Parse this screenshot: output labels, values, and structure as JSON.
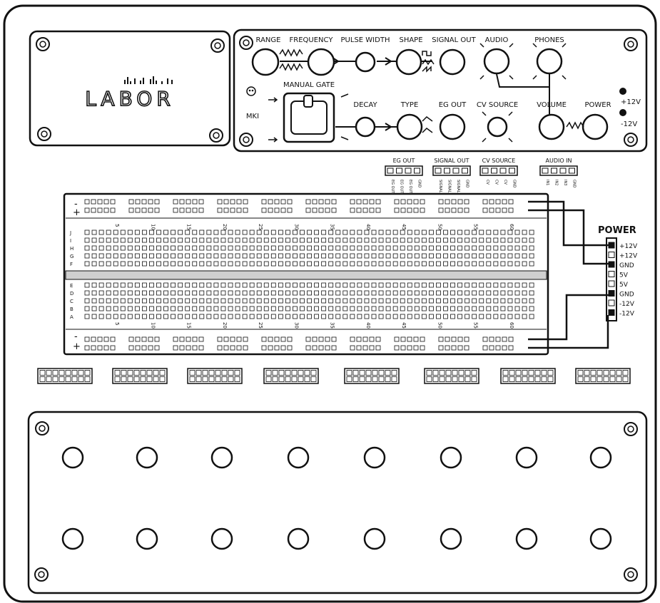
{
  "logo": {
    "text": "LABOR"
  },
  "panel_labels": {
    "range": "RANGE",
    "frequency": "FREQUENCY",
    "pulse_width": "PULSE WIDTH",
    "shape": "SHAPE",
    "signal_out": "SIGNAL OUT",
    "audio": "AUDIO",
    "phones": "PHONES",
    "manual_gate": "MANUAL GATE",
    "decay": "DECAY",
    "type": "TYPE",
    "eg_out": "EG OUT",
    "cv_source": "CV SOURCE",
    "volume": "VOLUME",
    "power": "POWER",
    "plus12v": "+12V",
    "minus12v": "-12V",
    "mki": "MKI"
  },
  "headers": [
    {
      "title": "EG OUT",
      "pins": [
        "EG OUT",
        "EG OUT",
        "EG OUT",
        "GND"
      ]
    },
    {
      "title": "SIGNAL OUT",
      "pins": [
        "SIGNAL",
        "SIGNAL",
        "SIGNAL",
        "GND"
      ]
    },
    {
      "title": "CV SOURCE",
      "pins": [
        "CV",
        "CV",
        "CV",
        "GND"
      ]
    },
    {
      "title": "AUDIO IN",
      "pins": [
        "IN1",
        "IN2",
        "IN3",
        "GND"
      ]
    }
  ],
  "breadboard": {
    "column_numbers": [
      "5",
      "10",
      "15",
      "20",
      "25",
      "30",
      "35",
      "40",
      "45",
      "50",
      "55",
      "60"
    ],
    "rows_top": [
      "J",
      "I",
      "H",
      "G",
      "F"
    ],
    "rows_bottom": [
      "E",
      "D",
      "C",
      "B",
      "A"
    ],
    "rail_minus": "-",
    "rail_plus": "+"
  },
  "power_strip": {
    "title": "POWER",
    "pins": [
      "+12V",
      "+12V",
      "GND",
      "5V",
      "5V",
      "GND",
      "-12V",
      "-12V"
    ]
  },
  "colors": {
    "ink": "#111111",
    "paper": "#ffffff",
    "shade": "#cccccc"
  }
}
